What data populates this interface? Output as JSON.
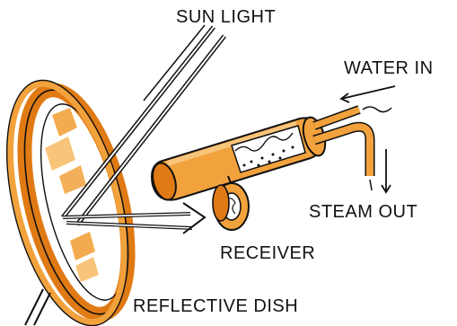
{
  "labels": {
    "sun_light": "SUN LIGHT",
    "water_in": "WATER IN",
    "steam_out": "STEAM OUT",
    "receiver": "RECEIVER",
    "reflective_dish": "REFLECTIVE DISH"
  },
  "colors": {
    "orange_fill": "#f2a23c",
    "orange_dark": "#e07a14",
    "orange_light": "#f7c47a",
    "outline": "#111111"
  }
}
